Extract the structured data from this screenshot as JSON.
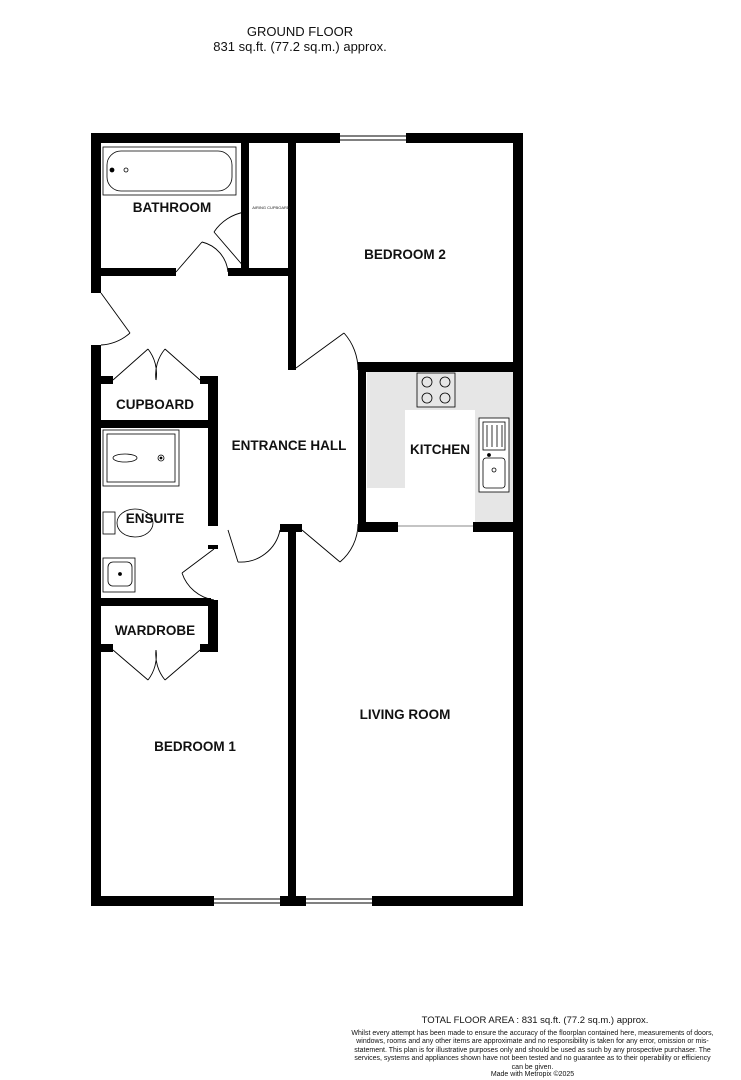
{
  "header": {
    "floor_name": "GROUND FLOOR",
    "floor_area": "831 sq.ft. (77.2 sq.m.) approx."
  },
  "rooms": {
    "bathroom": "BATHROOM",
    "airing_cupboard": "AIRING CUPBOARD",
    "bedroom_2": "BEDROOM 2",
    "cupboard": "CUPBOARD",
    "entrance_hall": "ENTRANCE HALL",
    "kitchen": "KITCHEN",
    "ensuite": "ENSUITE",
    "wardrobe": "WARDROBE",
    "living_room": "LIVING ROOM",
    "bedroom_1": "BEDROOM 1"
  },
  "footer": {
    "total_area": "TOTAL FLOOR AREA : 831 sq.ft. (77.2 sq.m.) approx.",
    "disclaimer": "Whilst every attempt has been made to ensure the accuracy of the floorplan contained here, measurements of doors, windows, rooms and any other items are approximate and no responsibility is taken for any error, omission or mis-statement. This plan is for illustrative purposes only and should be used as such by any prospective purchaser. The services, systems and appliances shown have not been tested and no guarantee as to their operability or efficiency can be given.",
    "credit": "Made with Metropix ©2025"
  },
  "colors": {
    "wall": "#000000",
    "kitchen_worktop": "#e6e6e6",
    "background": "#ffffff"
  }
}
